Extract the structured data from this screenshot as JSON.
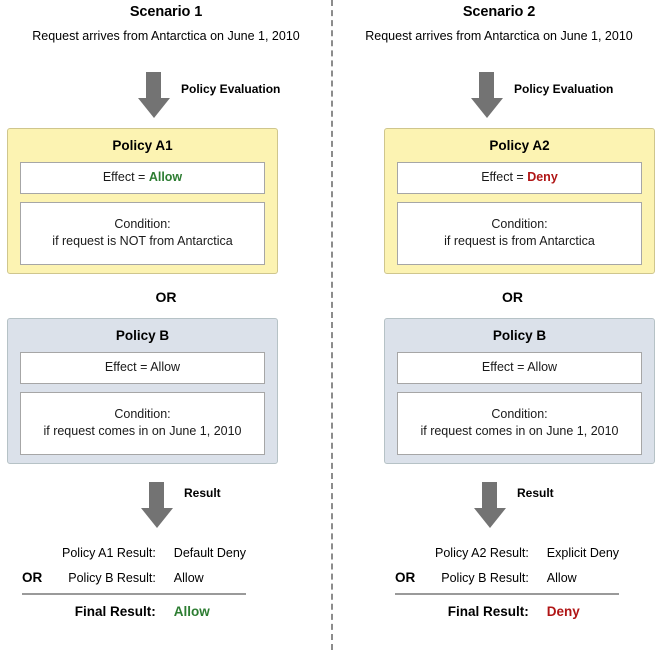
{
  "divider": {
    "style": "dashed-vertical",
    "color": "#8c8c8c"
  },
  "colors": {
    "allow": "#2d7d32",
    "deny": "#b01515",
    "policy_a_fill": "#fcf3b2",
    "policy_b_fill": "#dbe1ea",
    "arrow": "#737373"
  },
  "scenarios": [
    {
      "title": "Scenario 1",
      "subtitle": "Request arrives from Antarctica on June 1, 2010",
      "eval_arrow_label": "Policy Evaluation",
      "policy_a": {
        "name": "Policy A1",
        "effect_prefix": "Effect = ",
        "effect_value": "Allow",
        "effect_value_color": "allow",
        "condition_title": "Condition:",
        "condition_text": "if request is NOT from Antarctica"
      },
      "or_separator": "OR",
      "policy_b": {
        "name": "Policy B",
        "effect_prefix": "Effect = ",
        "effect_value": "Allow",
        "effect_value_color": "none",
        "condition_title": "Condition:",
        "condition_text": "if request comes in on June 1, 2010"
      },
      "result_arrow_label": "Result",
      "result": {
        "or_label": "OR",
        "rows": [
          {
            "label": "Policy A1 Result:",
            "value": "Default Deny"
          },
          {
            "label": "Policy B Result:",
            "value": "Allow"
          }
        ],
        "final_label": "Final Result:",
        "final_value": "Allow",
        "final_value_color": "allow"
      }
    },
    {
      "title": "Scenario 2",
      "subtitle": "Request arrives from Antarctica on June 1, 2010",
      "eval_arrow_label": "Policy Evaluation",
      "policy_a": {
        "name": "Policy A2",
        "effect_prefix": "Effect = ",
        "effect_value": "Deny",
        "effect_value_color": "deny",
        "condition_title": "Condition:",
        "condition_text": "if request is from Antarctica"
      },
      "or_separator": "OR",
      "policy_b": {
        "name": "Policy B",
        "effect_prefix": "Effect = ",
        "effect_value": "Allow",
        "effect_value_color": "none",
        "condition_title": "Condition:",
        "condition_text": "if request comes in on June 1, 2010"
      },
      "result_arrow_label": "Result",
      "result": {
        "or_label": "OR",
        "rows": [
          {
            "label": "Policy A2 Result:",
            "value": "Explicit Deny"
          },
          {
            "label": "Policy B Result:",
            "value": "Allow"
          }
        ],
        "final_label": "Final Result:",
        "final_value": "Deny",
        "final_value_color": "deny"
      }
    }
  ]
}
